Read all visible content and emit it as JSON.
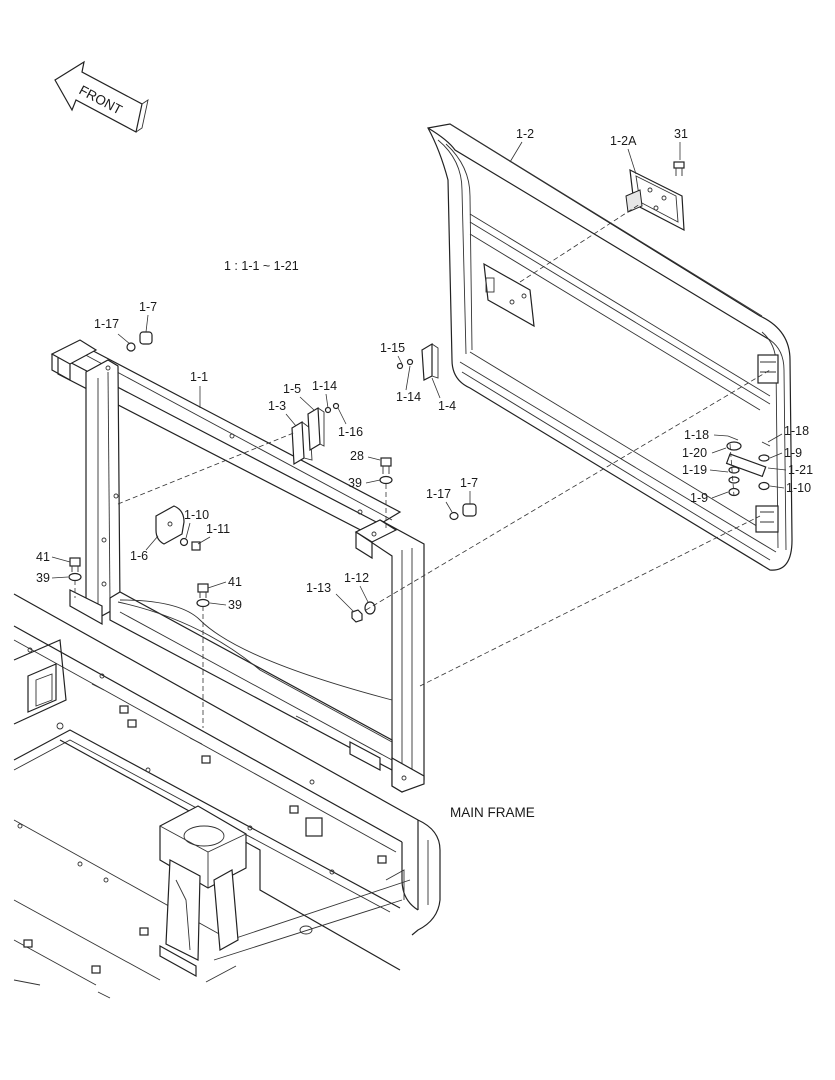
{
  "diagram": {
    "front_arrow_label": "FRONT",
    "assembly_note": "1 : 1-1 ~ 1-21",
    "main_frame_label": "MAIN FRAME",
    "callouts": [
      {
        "id": "c-1-2",
        "text": "1-2"
      },
      {
        "id": "c-1-2a",
        "text": "1-2A"
      },
      {
        "id": "c-31",
        "text": "31"
      },
      {
        "id": "c-1-7a",
        "text": "1-7"
      },
      {
        "id": "c-1-17a",
        "text": "1-17"
      },
      {
        "id": "c-1-1",
        "text": "1-1"
      },
      {
        "id": "c-1-5",
        "text": "1-5"
      },
      {
        "id": "c-1-14a",
        "text": "1-14"
      },
      {
        "id": "c-1-3",
        "text": "1-3"
      },
      {
        "id": "c-1-16",
        "text": "1-16"
      },
      {
        "id": "c-1-15",
        "text": "1-15"
      },
      {
        "id": "c-1-14b",
        "text": "1-14"
      },
      {
        "id": "c-1-4",
        "text": "1-4"
      },
      {
        "id": "c-28",
        "text": "28"
      },
      {
        "id": "c-39a",
        "text": "39"
      },
      {
        "id": "c-1-17b",
        "text": "1-17"
      },
      {
        "id": "c-1-7b",
        "text": "1-7"
      },
      {
        "id": "c-1-10a",
        "text": "1-10"
      },
      {
        "id": "c-1-11",
        "text": "1-11"
      },
      {
        "id": "c-1-6",
        "text": "1-6"
      },
      {
        "id": "c-41a",
        "text": "41"
      },
      {
        "id": "c-39b",
        "text": "39"
      },
      {
        "id": "c-41b",
        "text": "41"
      },
      {
        "id": "c-39c",
        "text": "39"
      },
      {
        "id": "c-1-13",
        "text": "1-13"
      },
      {
        "id": "c-1-12",
        "text": "1-12"
      },
      {
        "id": "c-1-18a",
        "text": "1-18"
      },
      {
        "id": "c-1-18b",
        "text": "1-18"
      },
      {
        "id": "c-1-20",
        "text": "1-20"
      },
      {
        "id": "c-1-9a",
        "text": "1-9"
      },
      {
        "id": "c-1-19",
        "text": "1-19"
      },
      {
        "id": "c-1-21",
        "text": "1-21"
      },
      {
        "id": "c-1-10b",
        "text": "1-10"
      },
      {
        "id": "c-1-9b",
        "text": "1-9"
      }
    ]
  }
}
